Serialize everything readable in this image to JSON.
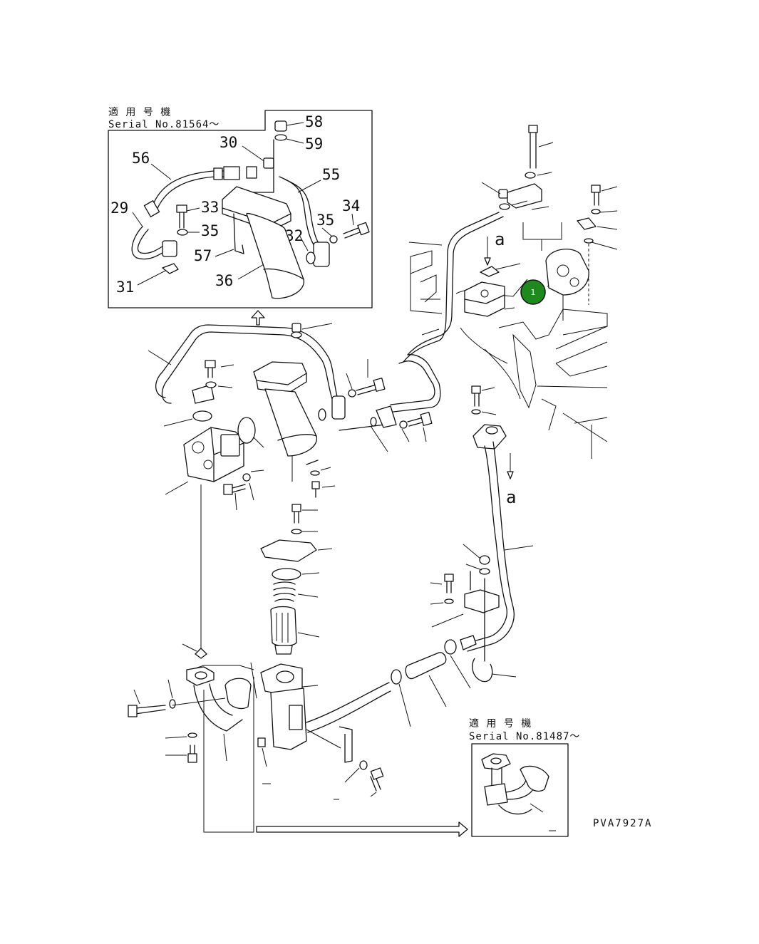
{
  "inset_top": {
    "applicable_label": "適 用 号 機",
    "serial_label": "Serial No.81564～",
    "callouts": [
      "58",
      "59",
      "30",
      "56",
      "55",
      "29",
      "33",
      "34",
      "35",
      "35",
      "32",
      "57",
      "36",
      "31"
    ]
  },
  "inset_bottom": {
    "applicable_label": "適 用 号 機",
    "serial_label": "Serial No.81487～"
  },
  "main": {
    "view_ref_top": "a",
    "view_ref_bottom": "a",
    "badge": {
      "label": "1",
      "color": "#1e8a1e"
    }
  },
  "drawing_code": "PVA7927A",
  "colors": {
    "line": "#111111",
    "badge": "#1e8a1e",
    "background": "#ffffff"
  }
}
